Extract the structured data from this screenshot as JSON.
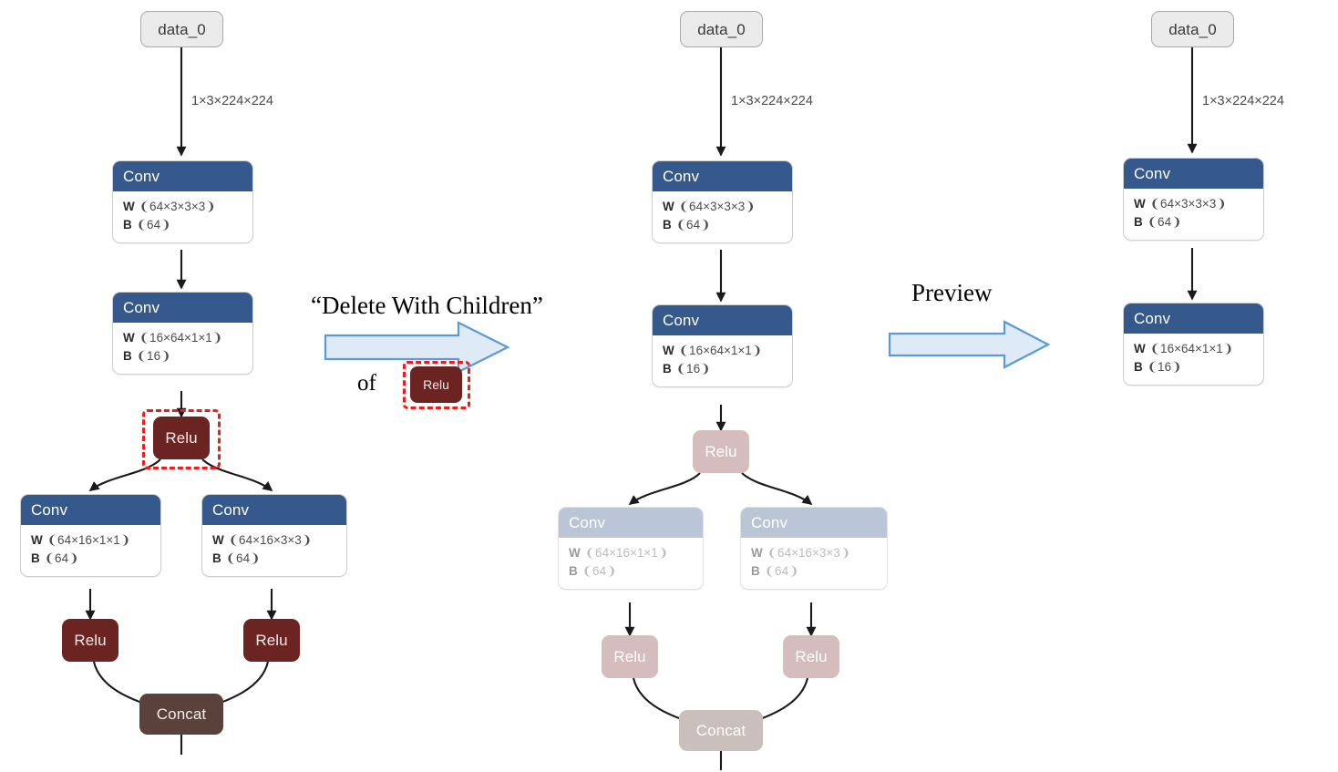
{
  "annotations": {
    "title": "“Delete With Children”",
    "of_label": "of",
    "chip_label": "Relu",
    "preview_label": "Preview",
    "arrow_icon": "block-arrow-right-icon"
  },
  "colors": {
    "conv_header": "#35598C",
    "conv_header_dim": "#BAC5D7",
    "relu": "#6B2422",
    "relu_dim": "#D5BDBD",
    "concat": "#5A423A",
    "concat_dim": "#CABFBB",
    "io_node": "#EBEBEB",
    "selection": "#EF1B1B",
    "arrow_fill": "#DEEAF6",
    "arrow_stroke": "#5B9BD5",
    "edge": "#1A1A1A"
  },
  "graphs": [
    {
      "id": "graph-before",
      "caption_role": "original-graph",
      "nodes": [
        {
          "id": "data_0",
          "type": "io",
          "label": "data_0",
          "state": "normal",
          "selected": false
        },
        {
          "id": "conv_1",
          "type": "conv",
          "label": "Conv",
          "state": "normal",
          "selected": false,
          "attrs": [
            {
              "key": "W",
              "value": "❨64×3×3×3❩"
            },
            {
              "key": "B",
              "value": "❨64❩"
            }
          ]
        },
        {
          "id": "conv_2",
          "type": "conv",
          "label": "Conv",
          "state": "normal",
          "selected": false,
          "attrs": [
            {
              "key": "W",
              "value": "❨16×64×1×1❩"
            },
            {
              "key": "B",
              "value": "❨16❩"
            }
          ]
        },
        {
          "id": "relu_1",
          "type": "relu",
          "label": "Relu",
          "state": "normal",
          "selected": true
        },
        {
          "id": "conv_3",
          "type": "conv",
          "label": "Conv",
          "state": "normal",
          "selected": false,
          "attrs": [
            {
              "key": "W",
              "value": "❨64×16×1×1❩"
            },
            {
              "key": "B",
              "value": "❨64❩"
            }
          ]
        },
        {
          "id": "conv_4",
          "type": "conv",
          "label": "Conv",
          "state": "normal",
          "selected": false,
          "attrs": [
            {
              "key": "W",
              "value": "❨64×16×3×3❩"
            },
            {
              "key": "B",
              "value": "❨64❩"
            }
          ]
        },
        {
          "id": "relu_2",
          "type": "relu",
          "label": "Relu",
          "state": "normal",
          "selected": false
        },
        {
          "id": "relu_3",
          "type": "relu",
          "label": "Relu",
          "state": "normal",
          "selected": false
        },
        {
          "id": "concat",
          "type": "concat",
          "label": "Concat",
          "state": "normal",
          "selected": false
        }
      ],
      "edge_labels": [
        {
          "from": "data_0",
          "to": "conv_1",
          "text": "1×3×224×224"
        }
      ]
    },
    {
      "id": "graph-preview",
      "caption_role": "preview-graph",
      "nodes": [
        {
          "id": "data_0",
          "type": "io",
          "label": "data_0",
          "state": "normal",
          "selected": false
        },
        {
          "id": "conv_1",
          "type": "conv",
          "label": "Conv",
          "state": "normal",
          "selected": false,
          "attrs": [
            {
              "key": "W",
              "value": "❨64×3×3×3❩"
            },
            {
              "key": "B",
              "value": "❨64❩"
            }
          ]
        },
        {
          "id": "conv_2",
          "type": "conv",
          "label": "Conv",
          "state": "normal",
          "selected": false,
          "attrs": [
            {
              "key": "W",
              "value": "❨16×64×1×1❩"
            },
            {
              "key": "B",
              "value": "❨16❩"
            }
          ]
        },
        {
          "id": "relu_1",
          "type": "relu",
          "label": "Relu",
          "state": "dimmed",
          "selected": false
        },
        {
          "id": "conv_3",
          "type": "conv",
          "label": "Conv",
          "state": "dimmed",
          "selected": false,
          "attrs": [
            {
              "key": "W",
              "value": "❨64×16×1×1❩"
            },
            {
              "key": "B",
              "value": "❨64❩"
            }
          ]
        },
        {
          "id": "conv_4",
          "type": "conv",
          "label": "Conv",
          "state": "dimmed",
          "selected": false,
          "attrs": [
            {
              "key": "W",
              "value": "❨64×16×3×3❩"
            },
            {
              "key": "B",
              "value": "❨64❩"
            }
          ]
        },
        {
          "id": "relu_2",
          "type": "relu",
          "label": "Relu",
          "state": "dimmed",
          "selected": false
        },
        {
          "id": "relu_3",
          "type": "relu",
          "label": "Relu",
          "state": "dimmed",
          "selected": false
        },
        {
          "id": "concat",
          "type": "concat",
          "label": "Concat",
          "state": "dimmed",
          "selected": false
        }
      ],
      "edge_labels": [
        {
          "from": "data_0",
          "to": "conv_1",
          "text": "1×3×224×224"
        }
      ]
    },
    {
      "id": "graph-after",
      "caption_role": "result-graph",
      "nodes": [
        {
          "id": "data_0",
          "type": "io",
          "label": "data_0",
          "state": "normal",
          "selected": false
        },
        {
          "id": "conv_1",
          "type": "conv",
          "label": "Conv",
          "state": "normal",
          "selected": false,
          "attrs": [
            {
              "key": "W",
              "value": "❨64×3×3×3❩"
            },
            {
              "key": "B",
              "value": "❨64❩"
            }
          ]
        },
        {
          "id": "conv_2",
          "type": "conv",
          "label": "Conv",
          "state": "normal",
          "selected": false,
          "attrs": [
            {
              "key": "W",
              "value": "❨16×64×1×1❩"
            },
            {
              "key": "B",
              "value": "❨16❩"
            }
          ]
        }
      ],
      "edge_labels": [
        {
          "from": "data_0",
          "to": "conv_1",
          "text": "1×3×224×224"
        }
      ]
    }
  ]
}
